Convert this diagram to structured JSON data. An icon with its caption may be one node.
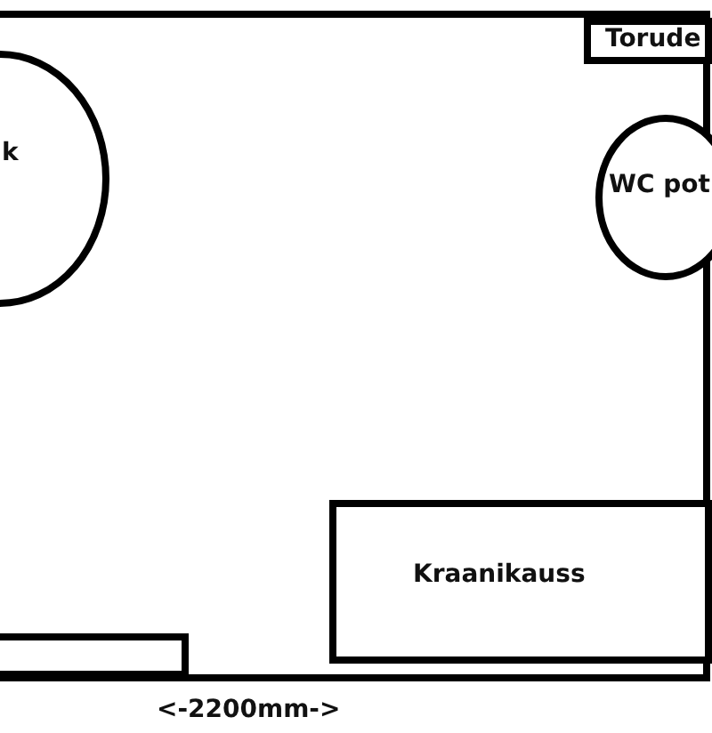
{
  "diagram": {
    "nodes": [
      {
        "text": [
          "Torude"
        ]
      },
      {
        "text": [
          "k"
        ]
      },
      {
        "text": [
          "WC pot"
        ]
      },
      {
        "text": [
          "Kraanikauss"
        ]
      },
      {
        "text": [],
        "shape": "box"
      }
    ],
    "labels": [
      "<-2200mm->"
    ]
  }
}
